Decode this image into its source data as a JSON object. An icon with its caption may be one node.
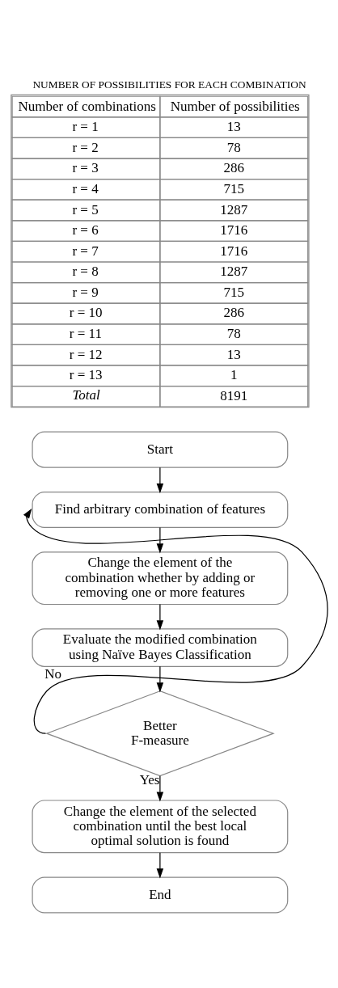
{
  "diagram": {
    "title": "NUMBER OF POSSIBILITIES FOR EACH COMBINATION",
    "nodes": [
      {
        "text": [
          "Start"
        ]
      },
      {
        "text": [
          "Find arbitrary combination of features"
        ]
      },
      {
        "text": [
          "Change the element of the combination whether by adding or removing one or more features"
        ]
      },
      {
        "text": [
          "Evaluate the modified combination using Naïve Bayes Classification"
        ]
      },
      {
        "text": [
          "Better F-measure"
        ]
      },
      {
        "text": [
          "Change the element of the selected combination until the best local optimal solution is found"
        ]
      },
      {
        "text": [
          "End"
        ]
      }
    ],
    "edges": [
      {
        "from": 0,
        "to": 1,
        "arrow": "to"
      },
      {
        "from": 1,
        "to": 2,
        "arrow": "to"
      },
      {
        "from": 2,
        "to": 3,
        "arrow": "to"
      },
      {
        "from": 3,
        "to": 4,
        "arrow": "to"
      },
      {
        "from": 4,
        "to": 1,
        "arrow": "to",
        "label": "No"
      },
      {
        "from": 4,
        "to": 5,
        "arrow": "to",
        "label": "Yes"
      },
      {
        "from": 5,
        "to": 6,
        "arrow": "to"
      }
    ],
    "labels": [
      "Number of combinations",
      "Number of possibilities",
      "r = 1",
      "13",
      "r = 2",
      "78",
      "r = 3",
      "286",
      "r = 4",
      "715",
      "r = 5",
      "1287",
      "r = 6",
      "1716",
      "r = 7",
      "1716",
      "r = 8",
      "1287",
      "r = 9",
      "715",
      "r = 10",
      "286",
      "r = 11",
      "78",
      "r = 12",
      "13",
      "r = 13",
      "1",
      "Total",
      "8191"
    ]
  }
}
